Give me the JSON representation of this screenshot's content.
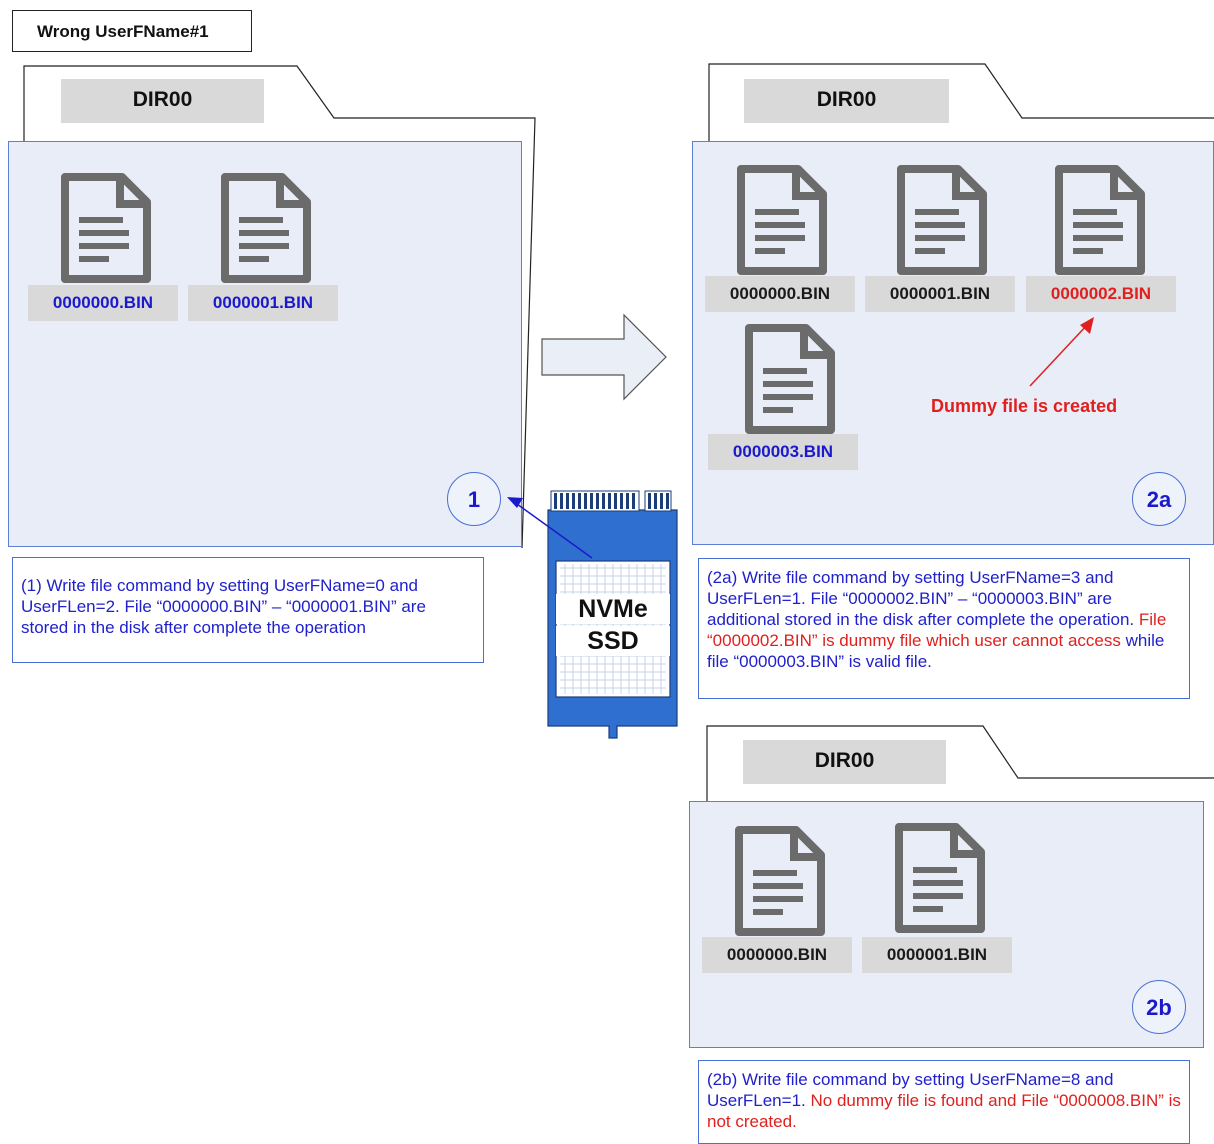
{
  "title": "Wrong UserFName#1",
  "colors": {
    "panel_fill": "#e8edf7",
    "panel_border": "#5d7fd6",
    "label_gray": "#d9d9d9",
    "blue_text": "#1a1acc",
    "red_text": "#e0201e",
    "ssd_blue": "#2f6fcf"
  },
  "panel1": {
    "dir": "DIR00",
    "files": [
      "0000000.BIN",
      "0000001.BIN"
    ],
    "badge": "1",
    "desc": "(1) Write file command by setting UserFName=0 and UserFLen=2. File “0000000.BIN” – “0000001.BIN” are stored in the disk after complete the operation"
  },
  "panel2a": {
    "dir": "DIR00",
    "files": [
      "0000000.BIN",
      "0000001.BIN",
      "0000002.BIN",
      "0000003.BIN"
    ],
    "badge": "2a",
    "note": "Dummy file is created",
    "desc_part1": "(2a) Write file command by setting UserFName=3 and UserFLen=1. File “0000002.BIN” – “0000003.BIN” are additional stored in the disk after complete the operation. ",
    "desc_part2": "File “0000002.BIN” is dummy file which user cannot access",
    "desc_part3": " while file “0000003.BIN” is valid file."
  },
  "panel2b": {
    "dir": "DIR00",
    "files": [
      "0000000.BIN",
      "0000001.BIN"
    ],
    "badge": "2b",
    "desc_part1": "(2b) Write file command by setting UserFName=8 and UserFLen=1. ",
    "desc_part2": "No dummy file is found and File “0000008.BIN” is not created."
  },
  "ssd": {
    "line1": "NVMe",
    "line2": "SSD"
  },
  "icons": {
    "file": "document-icon",
    "arrow": "right-arrow-icon",
    "ssd": "nvme-ssd-icon"
  }
}
